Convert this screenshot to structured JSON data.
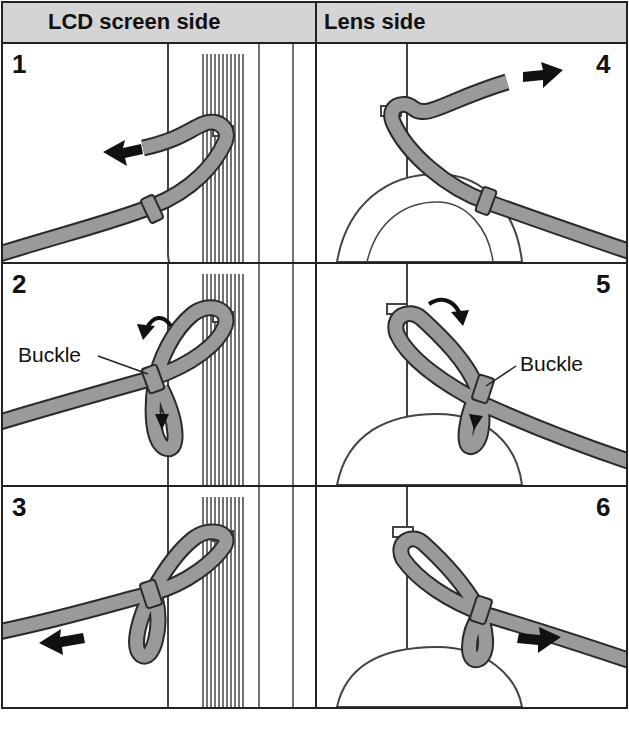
{
  "diagram": {
    "labels": [
      "LCD screen side",
      "Lens side",
      "1",
      "4",
      "2",
      "Buckle",
      "5",
      "Buckle",
      "3",
      "6"
    ]
  }
}
